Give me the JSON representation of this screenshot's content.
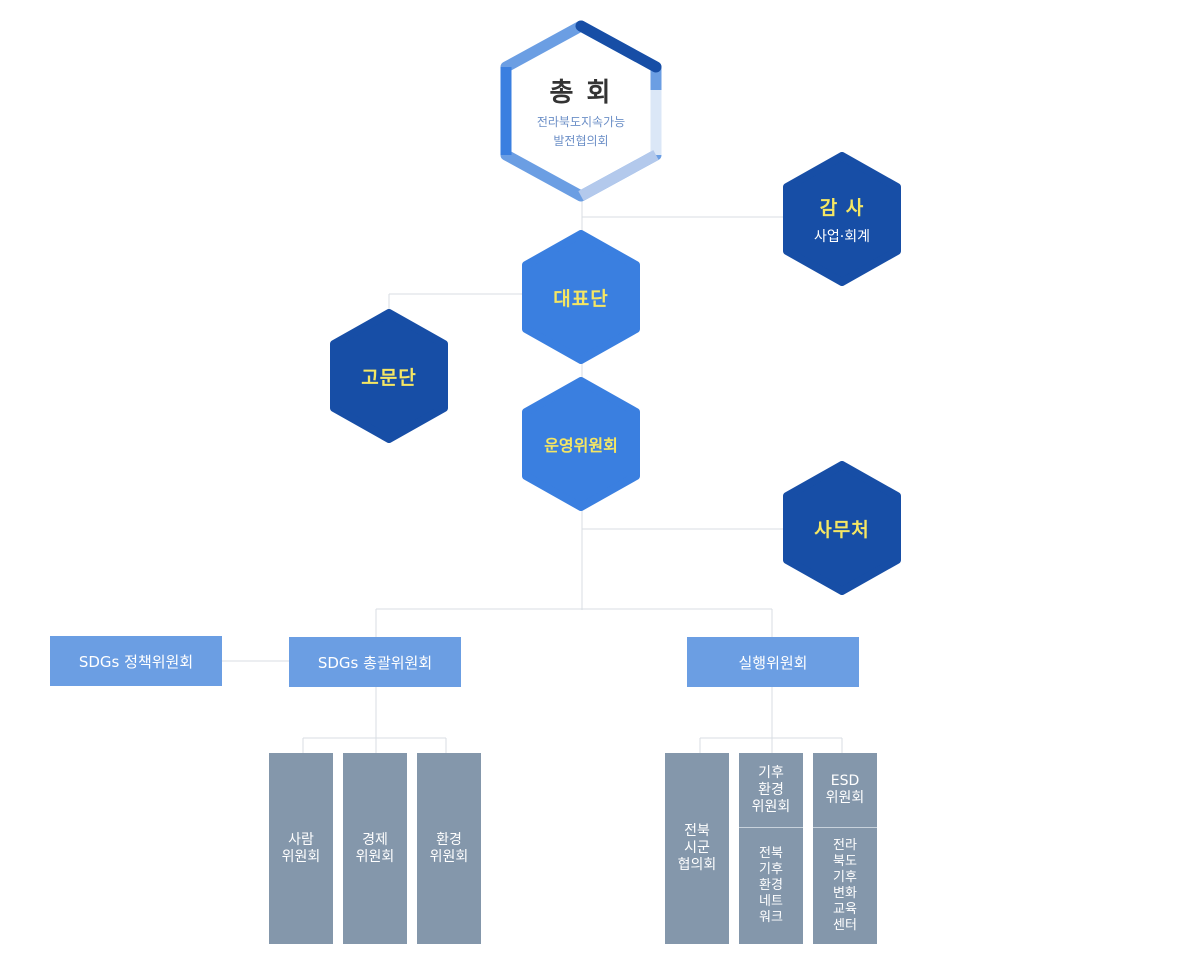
{
  "top": {
    "title": "총 회",
    "subtitle_line1": "전라북도지속가능",
    "subtitle_line2": "발전협의회"
  },
  "audit": {
    "title": "감 사",
    "subtitle": "사업·회계"
  },
  "representative": {
    "title": "대표단"
  },
  "advisory": {
    "title": "고문단"
  },
  "operating": {
    "title": "운영위원회"
  },
  "secretariat": {
    "title": "사무처"
  },
  "sdgs_policy": {
    "label": "SDGs 정책위원회"
  },
  "sdgs_general": {
    "label": "SDGs 총괄위원회"
  },
  "executive": {
    "label": "실행위원회"
  },
  "sdgs_sub": [
    {
      "line1": "사람",
      "line2": "위원회"
    },
    {
      "line1": "경제",
      "line2": "위원회"
    },
    {
      "line1": "환경",
      "line2": "위원회"
    }
  ],
  "exec_sub": {
    "jeonbuk": {
      "line1": "전북",
      "line2": "시군",
      "line3": "협의회"
    },
    "climate": {
      "top": [
        "기후",
        "환경",
        "위원회"
      ],
      "bottom": [
        "전북",
        "기후",
        "환경",
        "네트",
        "워크"
      ]
    },
    "esd": {
      "top": [
        "ESD",
        "위원회"
      ],
      "bottom": [
        "전라",
        "북도",
        "기후",
        "변화",
        "교육",
        "센터"
      ]
    }
  },
  "colors": {
    "dark_hex": "#174ea6",
    "mid_hex": "#3a7fe0",
    "light_box": "#6b9ee3",
    "gray_box": "#8497ab",
    "hex_text": "#f5e663"
  }
}
